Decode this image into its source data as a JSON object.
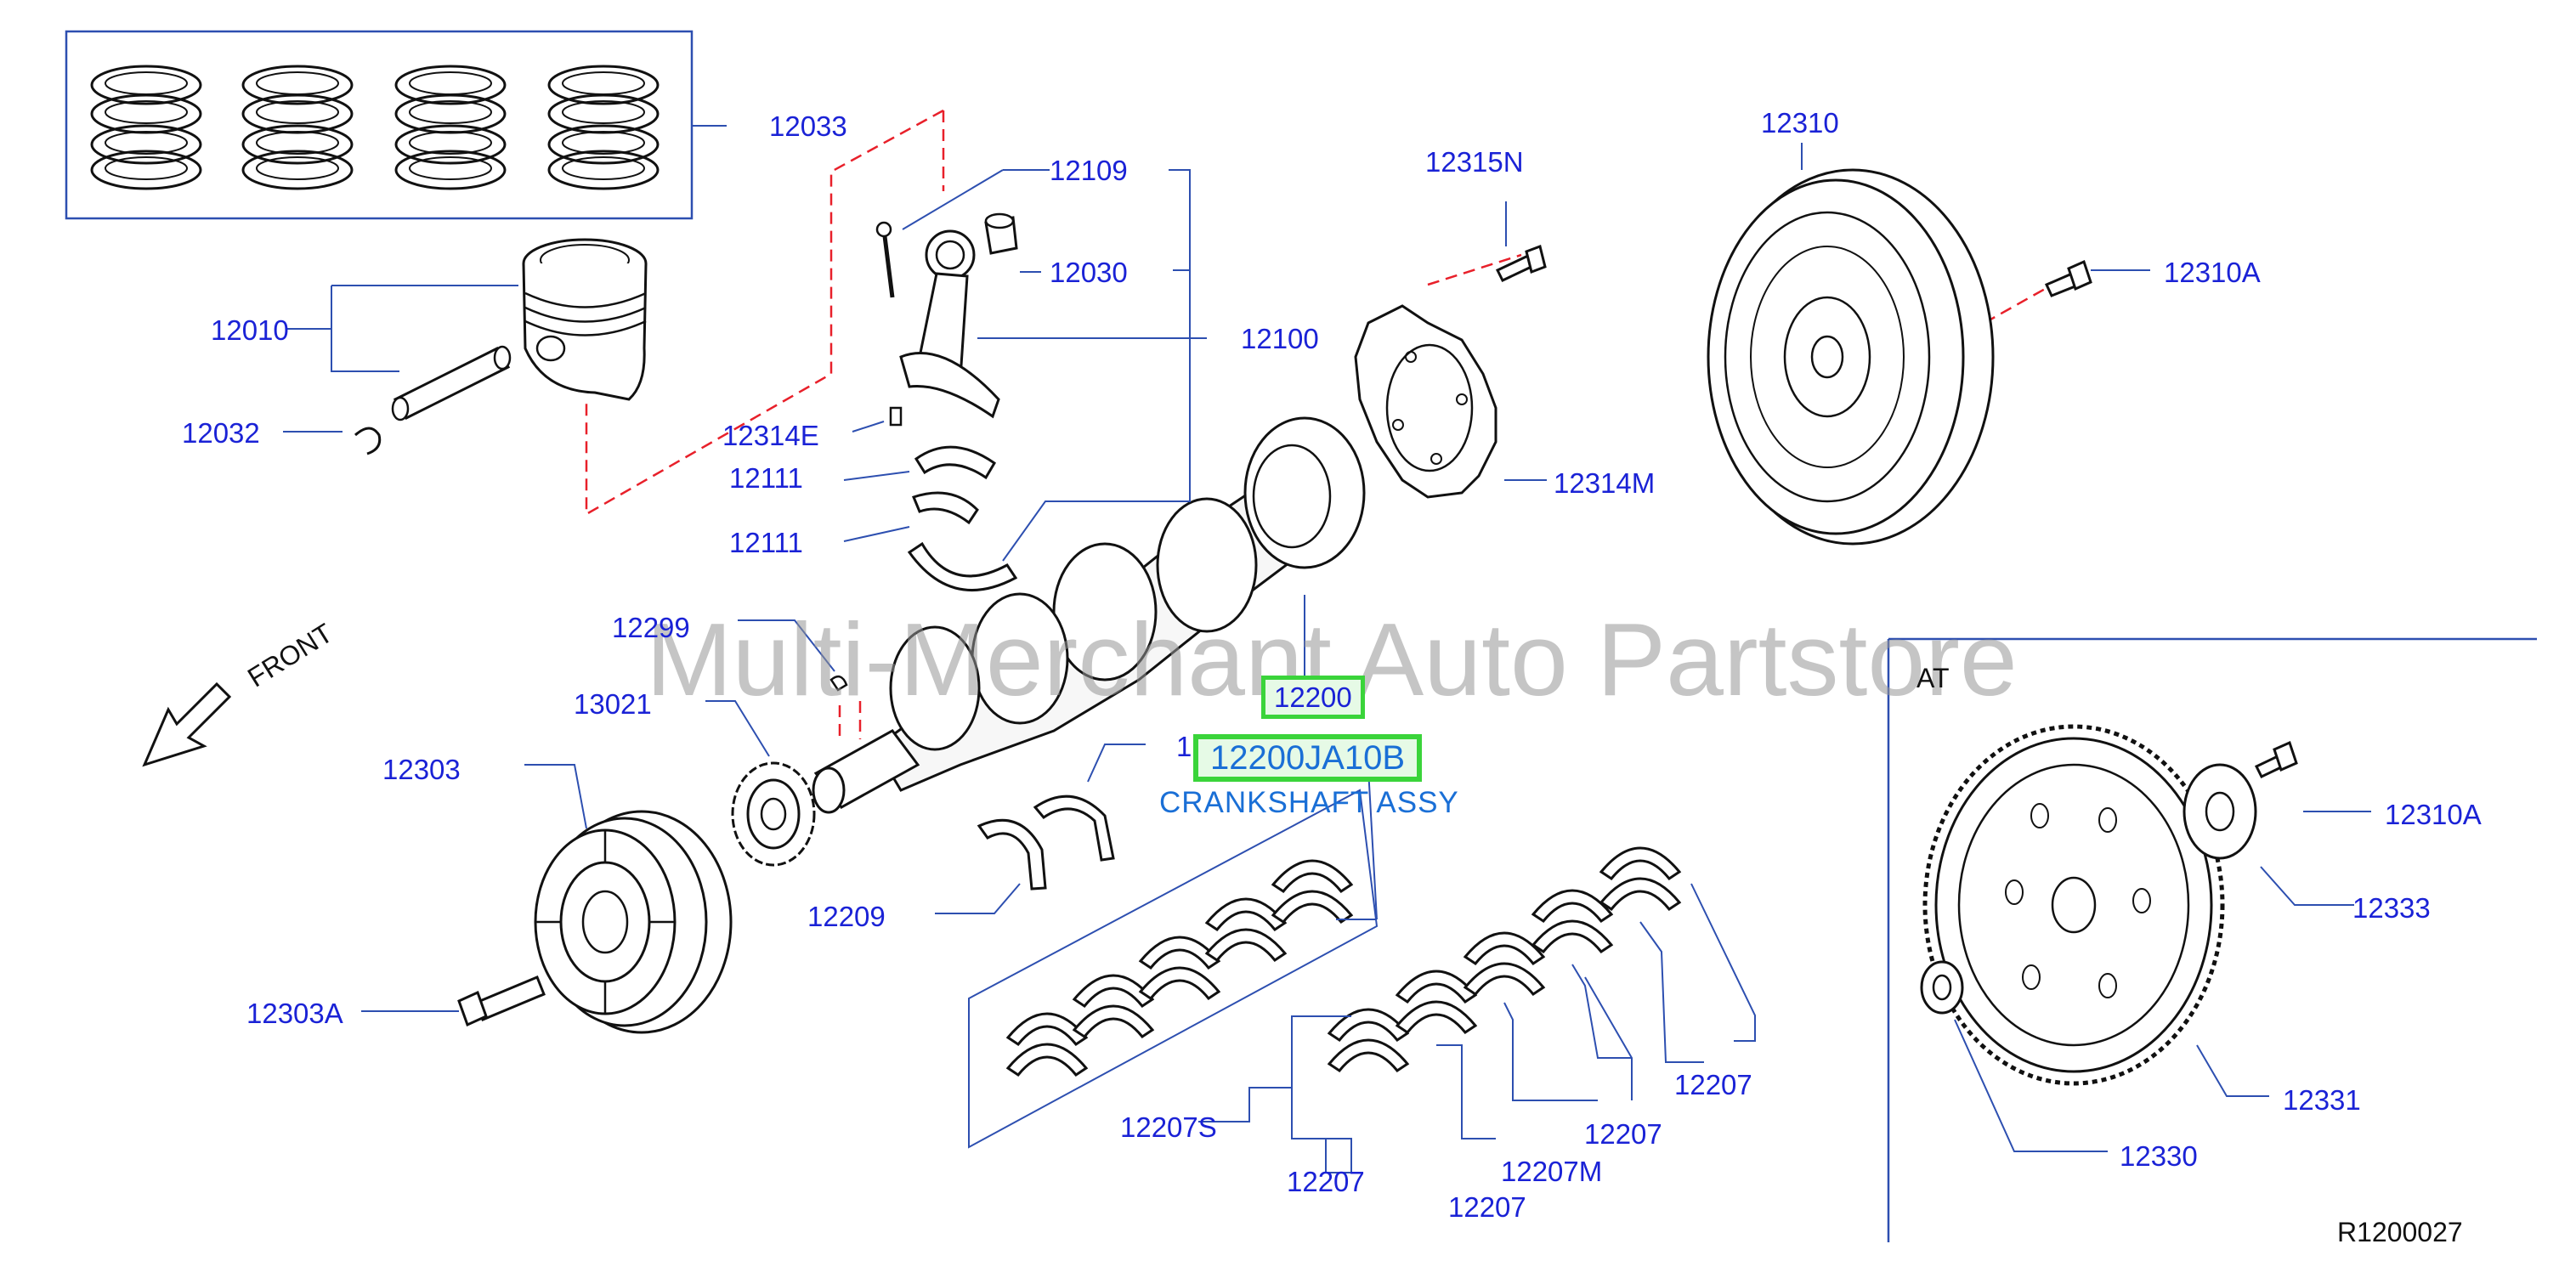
{
  "watermark": "Multi-Merchant Auto Partstore",
  "section_label": "AT",
  "direction_label": "FRONT",
  "figure_code": "R1200027",
  "selected_part": {
    "number": "12200",
    "part_number": "12200JA10B",
    "description": "CRANKSHAFT ASSY"
  },
  "part_labels": {
    "p12033": "12033",
    "p12109": "12109",
    "p12030": "12030",
    "p12100": "12100",
    "p12010": "12010",
    "p12032": "12032",
    "p12314E": "12314E",
    "p12111a": "12111",
    "p12111b": "12111",
    "p12315N": "12315N",
    "p12314M": "12314M",
    "p12310": "12310",
    "p12310A_top": "12310A",
    "p12299": "12299",
    "p13021": "13021",
    "p12303": "12303",
    "p12303A": "12303A",
    "p12208M": "12208M",
    "p12209": "12209",
    "p12207S": "12207S",
    "p12207_a": "12207",
    "p12207_b": "12207",
    "p12207M": "12207M",
    "p12207_c": "12207",
    "p12207_d": "12207",
    "p12310A_at": "12310A",
    "p12333": "12333",
    "p12331": "12331",
    "p12330": "12330"
  }
}
